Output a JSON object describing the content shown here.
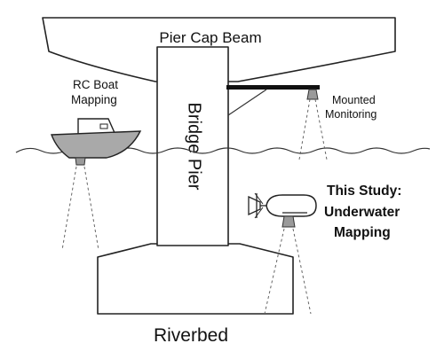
{
  "labels": {
    "pier_cap_beam": "Pier Cap Beam",
    "bridge_pier": "Bridge Pier",
    "rc_boat_line1": "RC Boat",
    "rc_boat_line2": "Mapping",
    "mounted_line1": "Mounted",
    "mounted_line2": "Monitoring",
    "study_line1": "This Study:",
    "study_line2": "Underwater",
    "study_line3": "Mapping",
    "riverbed": "Riverbed"
  },
  "colors": {
    "outline": "#222222",
    "boat_hull": "#a9a9a9",
    "sensor_gray": "#9a9a9a",
    "mount_bar": "#111111"
  },
  "icons": {
    "boat": "rc-boat-icon",
    "sonar": "sonar-sensor-icon",
    "auv": "underwater-vehicle-icon"
  }
}
